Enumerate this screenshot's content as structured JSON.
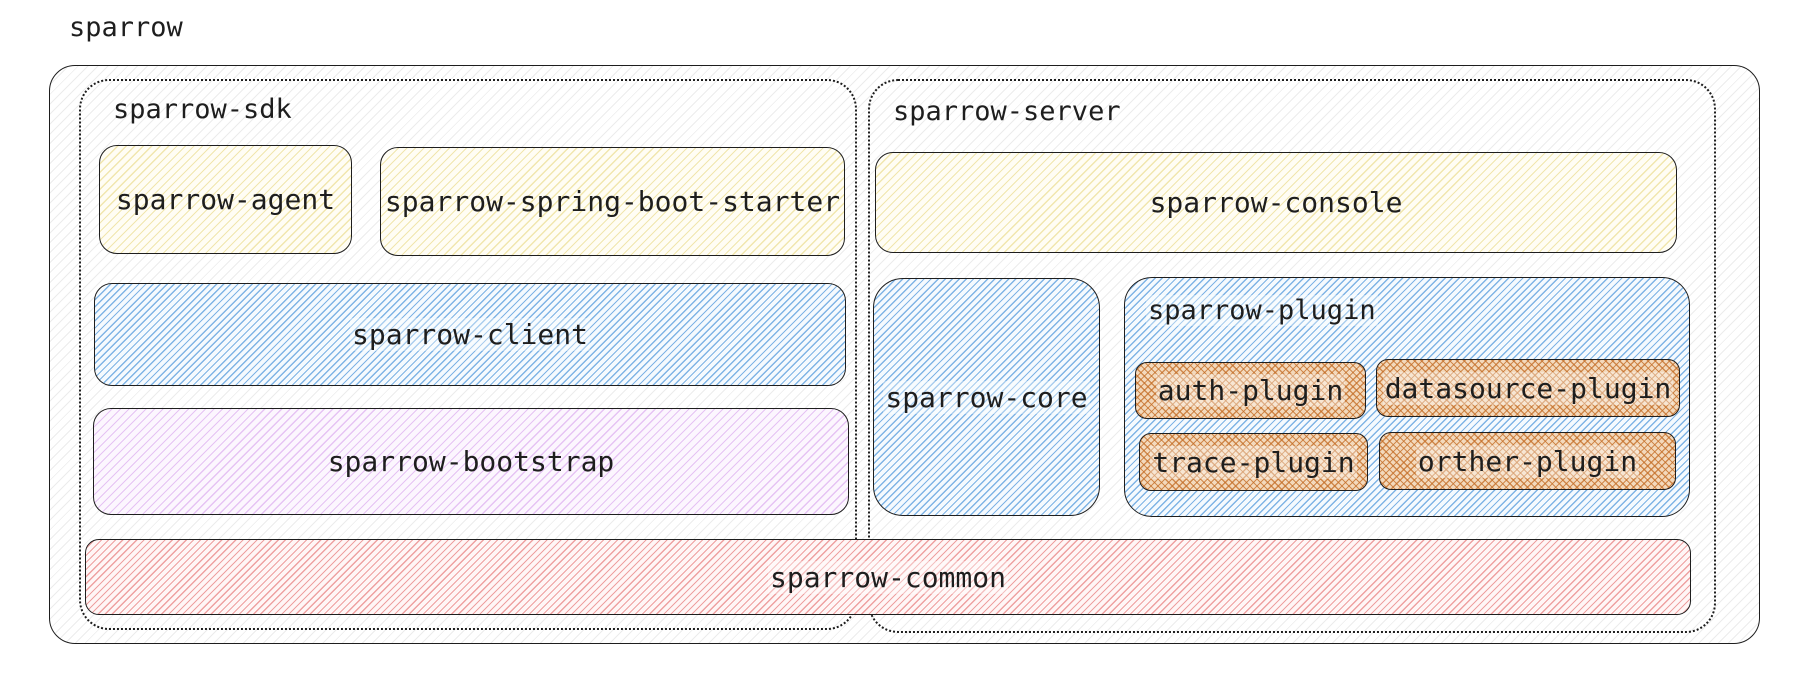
{
  "title": "sparrow",
  "groups": {
    "sdk": {
      "label": "sparrow-sdk"
    },
    "server": {
      "label": "sparrow-server"
    },
    "plugin": {
      "label": "sparrow-plugin"
    }
  },
  "modules": {
    "agent": "sparrow-agent",
    "starter": "sparrow-spring-boot-starter",
    "client": "sparrow-client",
    "bootstrap": "sparrow-bootstrap",
    "console": "sparrow-console",
    "core": "sparrow-core",
    "common": "sparrow-common"
  },
  "plugins": {
    "auth": "auth-plugin",
    "datasource": "datasource-plugin",
    "trace": "trace-plugin",
    "other": "orther-plugin"
  },
  "colors": {
    "yellow": "#fff3bf",
    "blue": "#a5d8ff",
    "purple": "#eebefa",
    "red": "#ffc9c9",
    "orange": "#e8a35f",
    "stroke": "#1e1e1e"
  }
}
